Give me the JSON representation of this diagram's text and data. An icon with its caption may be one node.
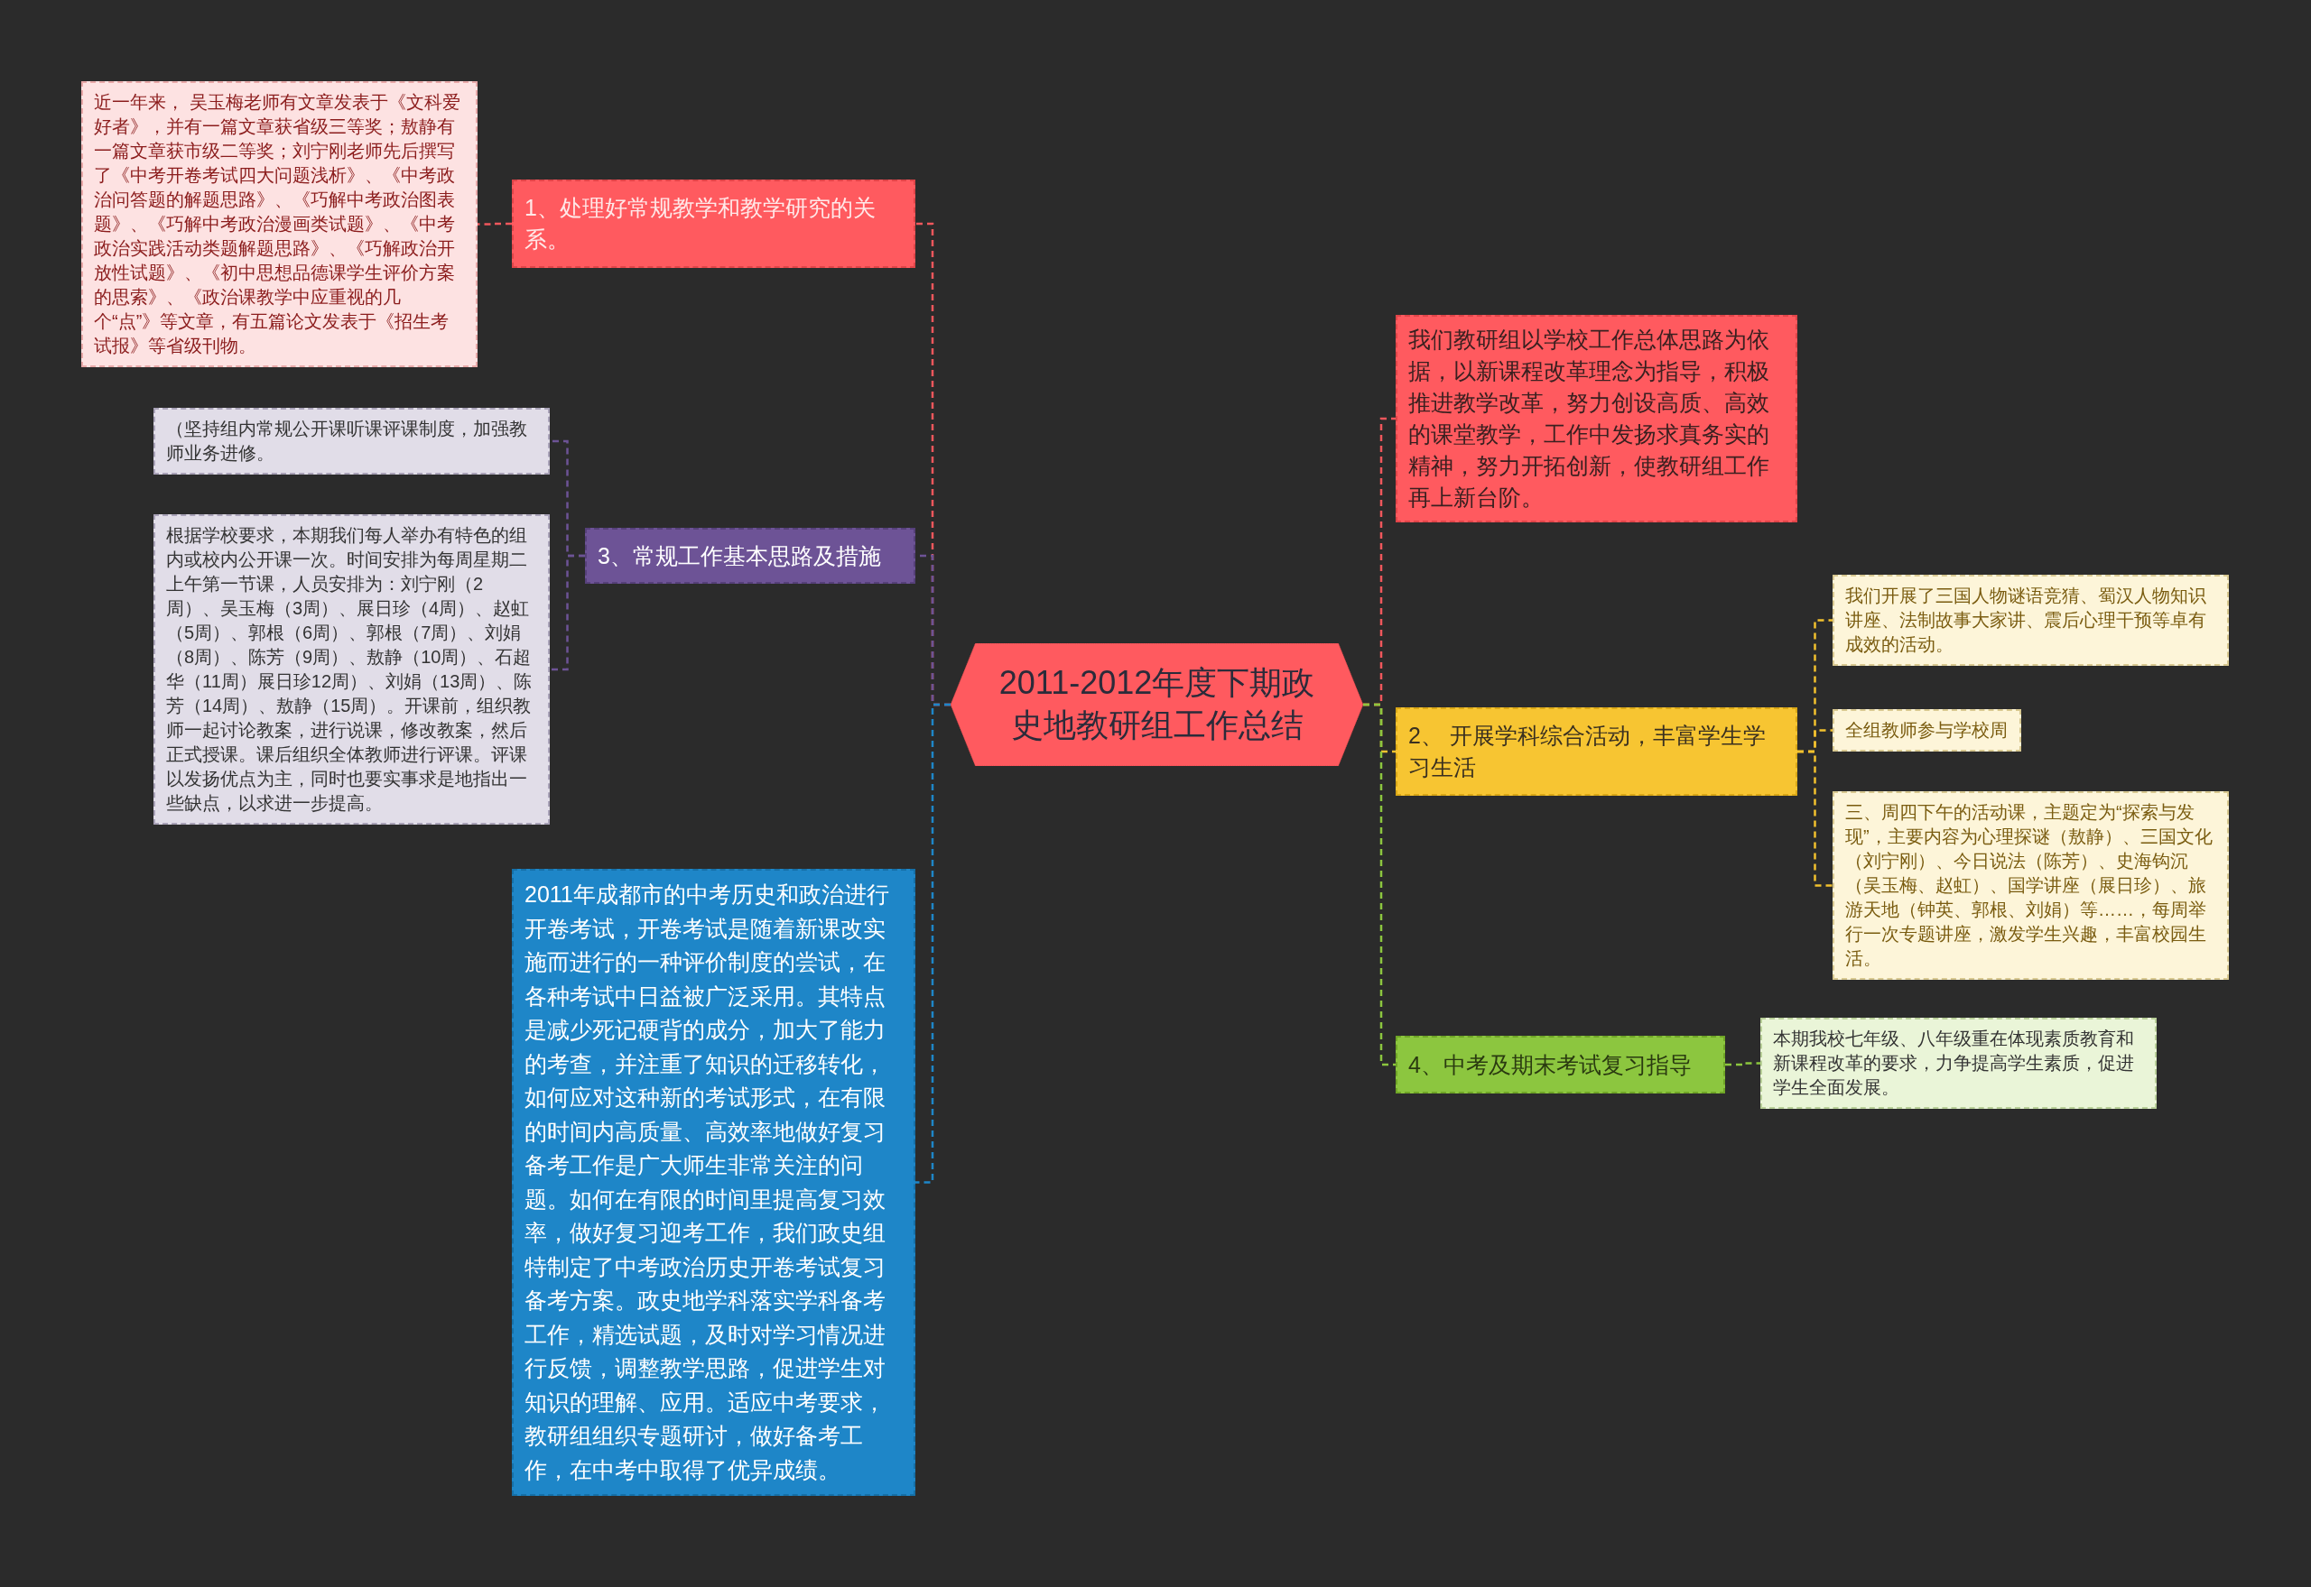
{
  "diagram": {
    "nodes": [
      {
        "text": [
          "2011-2012年度下期政史地教研组工作总结"
        ]
      },
      {
        "text": [
          "1、处理好常规教学和教学研究的关系。"
        ]
      },
      {
        "text": [
          "近一年来， 吴玉梅老师有文章发表于《文科爱好者》，并有一篇文章获省级三等奖；敖静有一篇文章获市级二等奖；刘宁刚老师先后撰写了《中考开卷考试四大问题浅析》、《中考政治问答题的解题思路》、《巧解中考政治图表题》、《巧解中考政治漫画类试题》、《中考政治实践活动类题解题思路》、《巧解政治开放性试题》、《初中思想品德课学生评价方案的思索》、《政治课教学中应重视的几个“点”》等文章，有五篇论文发表于《招生考试报》等省级刊物。"
        ]
      },
      {
        "text": [
          "3、常规工作基本思路及措施"
        ]
      },
      {
        "text": [
          "（坚持组内常规公开课听课评课制度，加强教师业务进修。"
        ]
      },
      {
        "text": [
          "根据学校要求，本期我们每人举办有特色的组内或校内公开课一次。时间安排为每周星期二上午第一节课，人员安排为：刘宁刚（2周）、吴玉梅（3周）、展日珍（4周）、赵虹（5周）、郭根（6周）、郭根（7周）、刘娟（8周）、陈芳（9周）、敖静（10周）、石超华（11周）展日珍12周）、刘娟（13周）、陈芳（14周）、敖静（15周）。开课前，组织教师一起讨论教案，进行说课，修改教案，然后正式授课。课后组织全体教师进行评课。评课以发扬优点为主，同时也要实事求是地指出一些缺点，以求进一步提高。"
        ]
      },
      {
        "text": [
          "2011年成都市的中考历史和政治进行开卷考试，开卷考试是随着新课改实施而进行的一种评价制度的尝试，在各种考试中日益被广泛采用。其特点是减少死记硬背的成分，加大了能力的考查，并注重了知识的迁移转化，如何应对这种新的考试形式，在有限的时间内高质量、高效率地做好复习备考工作是广大师生非常关注的问题。如何在有限的时间里提高复习效率，做好复习迎考工作，我们政史组特制定了中考政治历史开卷考试复习备考方案。政史地学科落实学科备考工作，精选试题，及时对学习情况进行反馈，调整教学思路，促进学生对知识的理解、应用。适应中考要求，教研组组织专题研讨，做好备考工作，在中考中取得了优异成绩。"
        ]
      },
      {
        "text": [
          "我们教研组以学校工作总体思路为依据，以新课程改革理念为指导，积极推进教学改革，努力创设高质、高效的课堂教学，工作中发扬求真务实的精神，努力开拓创新，使教研组工作再上新台阶。"
        ]
      },
      {
        "text": [
          "2、 开展学科综合活动，丰富学生学习生活"
        ]
      },
      {
        "text": [
          "我们开展了三国人物谜语竞猜、蜀汉人物知识讲座、法制故事大家讲、震后心理干预等卓有成效的活动。"
        ]
      },
      {
        "text": [
          "全组教师参与学校周"
        ]
      },
      {
        "text": [
          "三、周四下午的活动课，主题定为“探索与发现”，主要内容为心理探谜（敖静）、三国文化（刘宁刚）、今日说法（陈芳）、史海钩沉（吴玉梅、赵虹）、国学讲座（展日珍）、旅游天地（钟英、郭根、刘娟）等……，每周举行一次专题讲座，激发学生兴趣，丰富校园生活。"
        ]
      },
      {
        "text": [
          "4、中考及期末考试复习指导"
        ]
      },
      {
        "text": [
          "本期我校七年级、八年级重在体现素质教育和新课程改革的要求，力争提高学生素质，促进学生全面发展。"
        ]
      }
    ],
    "edges": [
      {
        "from": 0,
        "to": 1,
        "arrow": "none",
        "style": "dashed",
        "color": "#f0575c"
      },
      {
        "from": 1,
        "to": 2,
        "arrow": "none",
        "style": "dashed",
        "color": "#f0575c"
      },
      {
        "from": 0,
        "to": 3,
        "arrow": "none",
        "style": "dashed",
        "color": "#6d5396"
      },
      {
        "from": 3,
        "to": 4,
        "arrow": "none",
        "style": "dashed",
        "color": "#6d5396"
      },
      {
        "from": 3,
        "to": 5,
        "arrow": "none",
        "style": "dashed",
        "color": "#6d5396"
      },
      {
        "from": 0,
        "to": 6,
        "arrow": "none",
        "style": "dashed",
        "color": "#1e86c8"
      },
      {
        "from": 0,
        "to": 7,
        "arrow": "none",
        "style": "dashed",
        "color": "#f0575c"
      },
      {
        "from": 0,
        "to": 8,
        "arrow": "none",
        "style": "dashed",
        "color": "#f2c12e"
      },
      {
        "from": 8,
        "to": 9,
        "arrow": "none",
        "style": "dashed",
        "color": "#f2c12e"
      },
      {
        "from": 8,
        "to": 10,
        "arrow": "none",
        "style": "dashed",
        "color": "#f2c12e"
      },
      {
        "from": 8,
        "to": 11,
        "arrow": "none",
        "style": "dashed",
        "color": "#f2c12e"
      },
      {
        "from": 0,
        "to": 12,
        "arrow": "none",
        "style": "dashed",
        "color": "#8cc63f"
      },
      {
        "from": 12,
        "to": 13,
        "arrow": "none",
        "style": "dashed",
        "color": "#8cc63f"
      }
    ]
  }
}
